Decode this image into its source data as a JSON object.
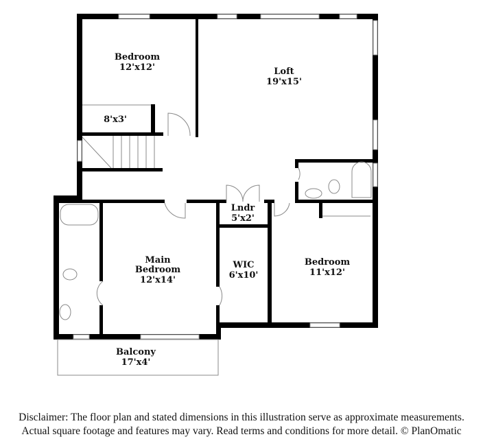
{
  "rooms": {
    "bedroom_nw": {
      "name": "Bedroom",
      "size": "12'x12'"
    },
    "closet": {
      "size": "8'x3'"
    },
    "loft": {
      "name": "Loft",
      "size": "19'x15'"
    },
    "laundry": {
      "name": "Lndr",
      "size": "5'x2'"
    },
    "main_bedroom": {
      "name1": "Main",
      "name2": "Bedroom",
      "size": "12'x14'"
    },
    "wic": {
      "name": "WIC",
      "size": "6'x10'"
    },
    "bedroom_se": {
      "name": "Bedroom",
      "size": "11'x12'"
    },
    "balcony": {
      "name": "Balcony",
      "size": "17'x4'"
    }
  },
  "disclaimer": {
    "line1": "Disclaimer: The floor plan and stated dimensions in this illustration serve as approximate measurements.",
    "line2": "Actual square footage and features may vary. Read terms and conditions for more detail. © PlanOmatic"
  },
  "colors": {
    "wall": "#000000",
    "window": "#ffffff",
    "fixture": "#888888"
  }
}
